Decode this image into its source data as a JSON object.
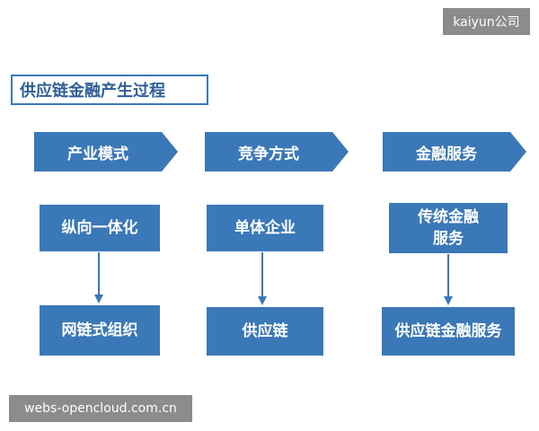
{
  "watermarks": {
    "top": "kaiyun公司",
    "bottom": "webs-opencloud.com.cn"
  },
  "title": "供应链金融产生过程",
  "columns": [
    {
      "header": "产业模式",
      "top": "纵向一体化",
      "bottom": "网链式组织"
    },
    {
      "header": "竞争方式",
      "top": "单体企业",
      "bottom": "供应链"
    },
    {
      "header": "金融服务",
      "top": "传统金融服务",
      "bottom": "供应链金融服务"
    }
  ],
  "colors": {
    "box_fill": "#3b78b7",
    "title_text": "#2f5f98",
    "watermark_bg": "#8c8c8c"
  }
}
